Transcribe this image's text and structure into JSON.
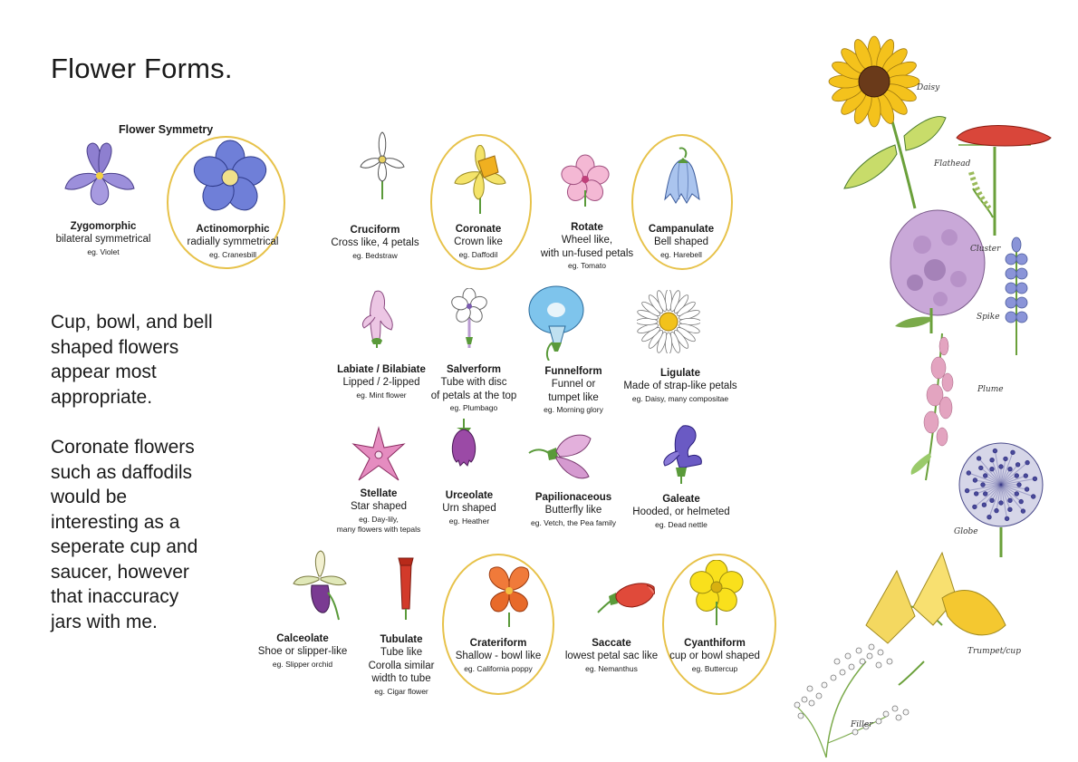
{
  "title": "Flower Forms.",
  "notes": {
    "p1": [
      "Cup, bowl, and bell",
      "shaped flowers",
      "appear most",
      "appropriate."
    ],
    "p2": [
      "Coronate flowers",
      "such as daffodils",
      "would be",
      "interesting as a",
      "seperate cup and",
      "saucer, however",
      "that inaccuracy",
      "jars with me."
    ]
  },
  "symmetry_heading": "Flower Symmetry",
  "forms": [
    {
      "name": "Zygomorphic",
      "desc": [
        "bilateral symmetrical"
      ],
      "eg": "eg. Violet"
    },
    {
      "name": "Actinomorphic",
      "desc": [
        "radially symmetrical"
      ],
      "eg": "eg. Cranesbill"
    },
    {
      "name": "Cruciform",
      "desc": [
        "Cross like, 4 petals"
      ],
      "eg": "eg. Bedstraw"
    },
    {
      "name": "Coronate",
      "desc": [
        "Crown like"
      ],
      "eg": "eg. Daffodil"
    },
    {
      "name": "Rotate",
      "desc": [
        "Wheel like,",
        "with un-fused petals"
      ],
      "eg": "eg. Tomato"
    },
    {
      "name": "Campanulate",
      "desc": [
        "Bell shaped"
      ],
      "eg": "eg. Harebell"
    },
    {
      "name": "Labiate / Bilabiate",
      "desc": [
        "Lipped / 2-lipped"
      ],
      "eg": "eg. Mint flower"
    },
    {
      "name": "Salverform",
      "desc": [
        "Tube with disc",
        "of petals at the top"
      ],
      "eg": "eg. Plumbago"
    },
    {
      "name": "Funnelform",
      "desc": [
        "Funnel or",
        "tumpet like"
      ],
      "eg": "eg. Morning glory"
    },
    {
      "name": "Ligulate",
      "desc": [
        "Made of strap-like petals"
      ],
      "eg": "eg. Daisy, many compositae"
    },
    {
      "name": "Stellate",
      "desc": [
        "Star shaped"
      ],
      "eg": "eg. Day-lily,",
      "eg2": "many flowers with tepals"
    },
    {
      "name": "Urceolate",
      "desc": [
        "Urn shaped"
      ],
      "eg": "eg. Heather"
    },
    {
      "name": "Papilionaceous",
      "desc": [
        "Butterfly like"
      ],
      "eg": "eg. Vetch, the Pea family"
    },
    {
      "name": "Galeate",
      "desc": [
        "Hooded, or helmeted"
      ],
      "eg": "eg. Dead nettle"
    },
    {
      "name": "Calceolate",
      "desc": [
        "Shoe or slipper-like"
      ],
      "eg": "eg. Slipper orchid"
    },
    {
      "name": "Tubulate",
      "desc": [
        "Tube like",
        "Corolla similar",
        "width to tube"
      ],
      "eg": "eg. Cigar flower"
    },
    {
      "name": "Crateriform",
      "desc": [
        "Shallow - bowl like"
      ],
      "eg": "eg. California poppy"
    },
    {
      "name": "Saccate",
      "desc": [
        "lowest petal sac like"
      ],
      "eg": "eg. Nemanthus"
    },
    {
      "name": "Cyanthiform",
      "desc": [
        "cup or bowl shaped"
      ],
      "eg": "eg. Buttercup"
    }
  ],
  "sketch_labels": [
    "Daisy",
    "Flathead",
    "Cluster",
    "Spike",
    "Plume",
    "Globe",
    "Trumpet/cup",
    "Filler"
  ],
  "colors": {
    "highlight_ring": "#e7c24a",
    "text": "#1a1a1a"
  }
}
